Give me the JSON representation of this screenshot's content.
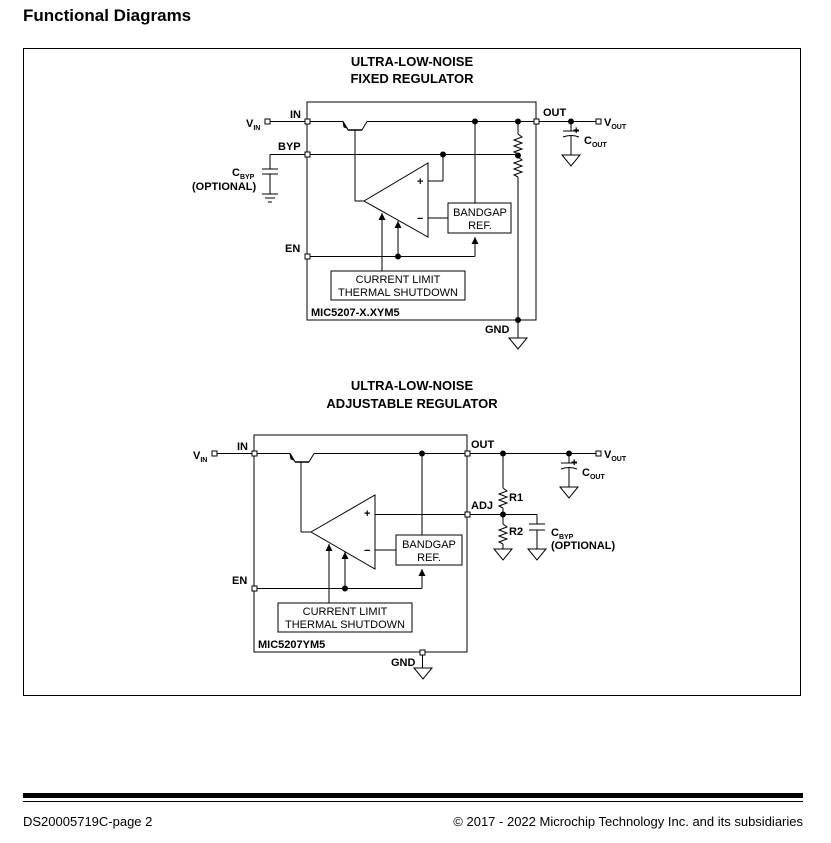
{
  "page": {
    "section_title": "Functional Diagrams",
    "footer_left": "DS20005719C-page 2",
    "footer_right": "© 2017 - 2022 Microchip Technology Inc. and its subsidiaries"
  },
  "fixed": {
    "title_line1": "ULTRA-LOW-NOISE",
    "title_line2": "FIXED REGULATOR",
    "vin": "V",
    "vin_sub": "IN",
    "in": "IN",
    "byp": "BYP",
    "cbyp": "C",
    "cbyp_sub": "BYP",
    "optional": "(OPTIONAL)",
    "en": "EN",
    "out": "OUT",
    "vout": "V",
    "vout_sub": "OUT",
    "cout": "C",
    "cout_sub": "OUT",
    "plus_cap": "+",
    "op_plus": "+",
    "op_minus": "−",
    "bandgap_line1": "BANDGAP",
    "bandgap_line2": "REF.",
    "climit_line1": "CURRENT LIMIT",
    "climit_line2": "THERMAL SHUTDOWN",
    "part": "MIC5207-X.XYM5",
    "gnd": "GND"
  },
  "adjustable": {
    "title_line1": "ULTRA-LOW-NOISE",
    "title_line2": "ADJUSTABLE REGULATOR",
    "vin": "V",
    "vin_sub": "IN",
    "in": "IN",
    "out": "OUT",
    "vout": "V",
    "vout_sub": "OUT",
    "cout": "C",
    "cout_sub": "OUT",
    "plus_cap": "+",
    "adj": "ADJ",
    "r1": "R1",
    "r2": "R2",
    "cbyp": "C",
    "cbyp_sub": "BYP",
    "optional": "(OPTIONAL)",
    "en": "EN",
    "op_plus": "+",
    "op_minus": "−",
    "bandgap_line1": "BANDGAP",
    "bandgap_line2": "REF.",
    "climit_line1": "CURRENT LIMIT",
    "climit_line2": "THERMAL SHUTDOWN",
    "part": "MIC5207YM5",
    "gnd": "GND"
  }
}
